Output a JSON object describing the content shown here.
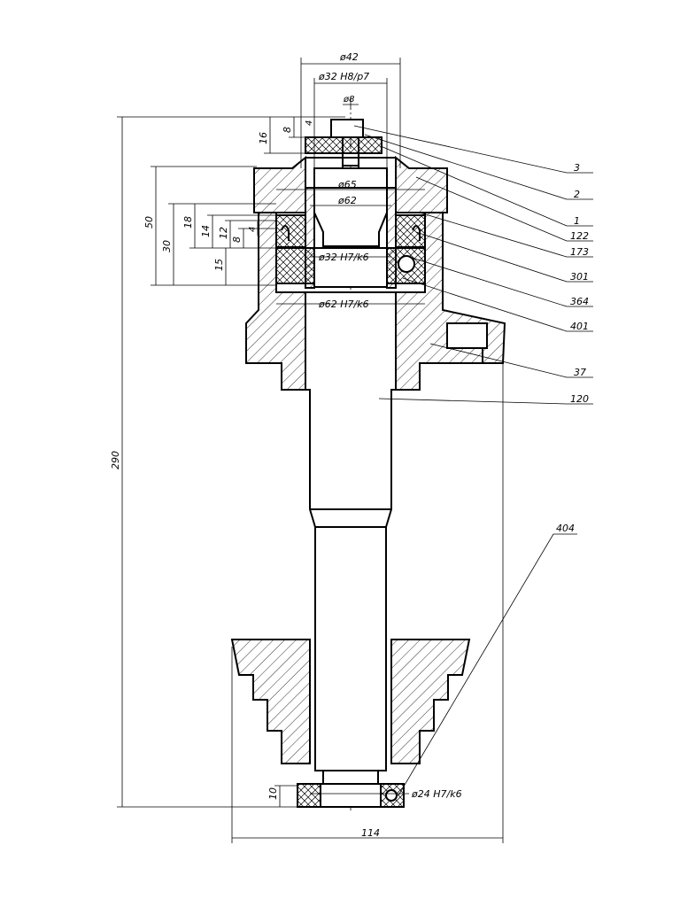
{
  "dimensions": {
    "d42": "ø42",
    "d32_h8p7": "ø32  H8/p7",
    "d8": "ø8",
    "d65": "ø65",
    "d62_top": "ø62",
    "d32_h7k6": "ø32  H7/k6",
    "d62_h7k6": "ø62  H7/k6",
    "d24_h7k6": "ø24  H7/k6",
    "v8": "8",
    "v16": "16",
    "v50": "50",
    "v30": "30",
    "v18": "18",
    "v14": "14",
    "v12": "12",
    "v8b": "8",
    "v4": "4",
    "v4b": "4",
    "v15": "15",
    "v290": "290",
    "v10": "10",
    "v114": "114"
  },
  "callouts": [
    "3",
    "2",
    "1",
    "122",
    "173",
    "301",
    "364",
    "401",
    "37",
    "120",
    "404"
  ]
}
